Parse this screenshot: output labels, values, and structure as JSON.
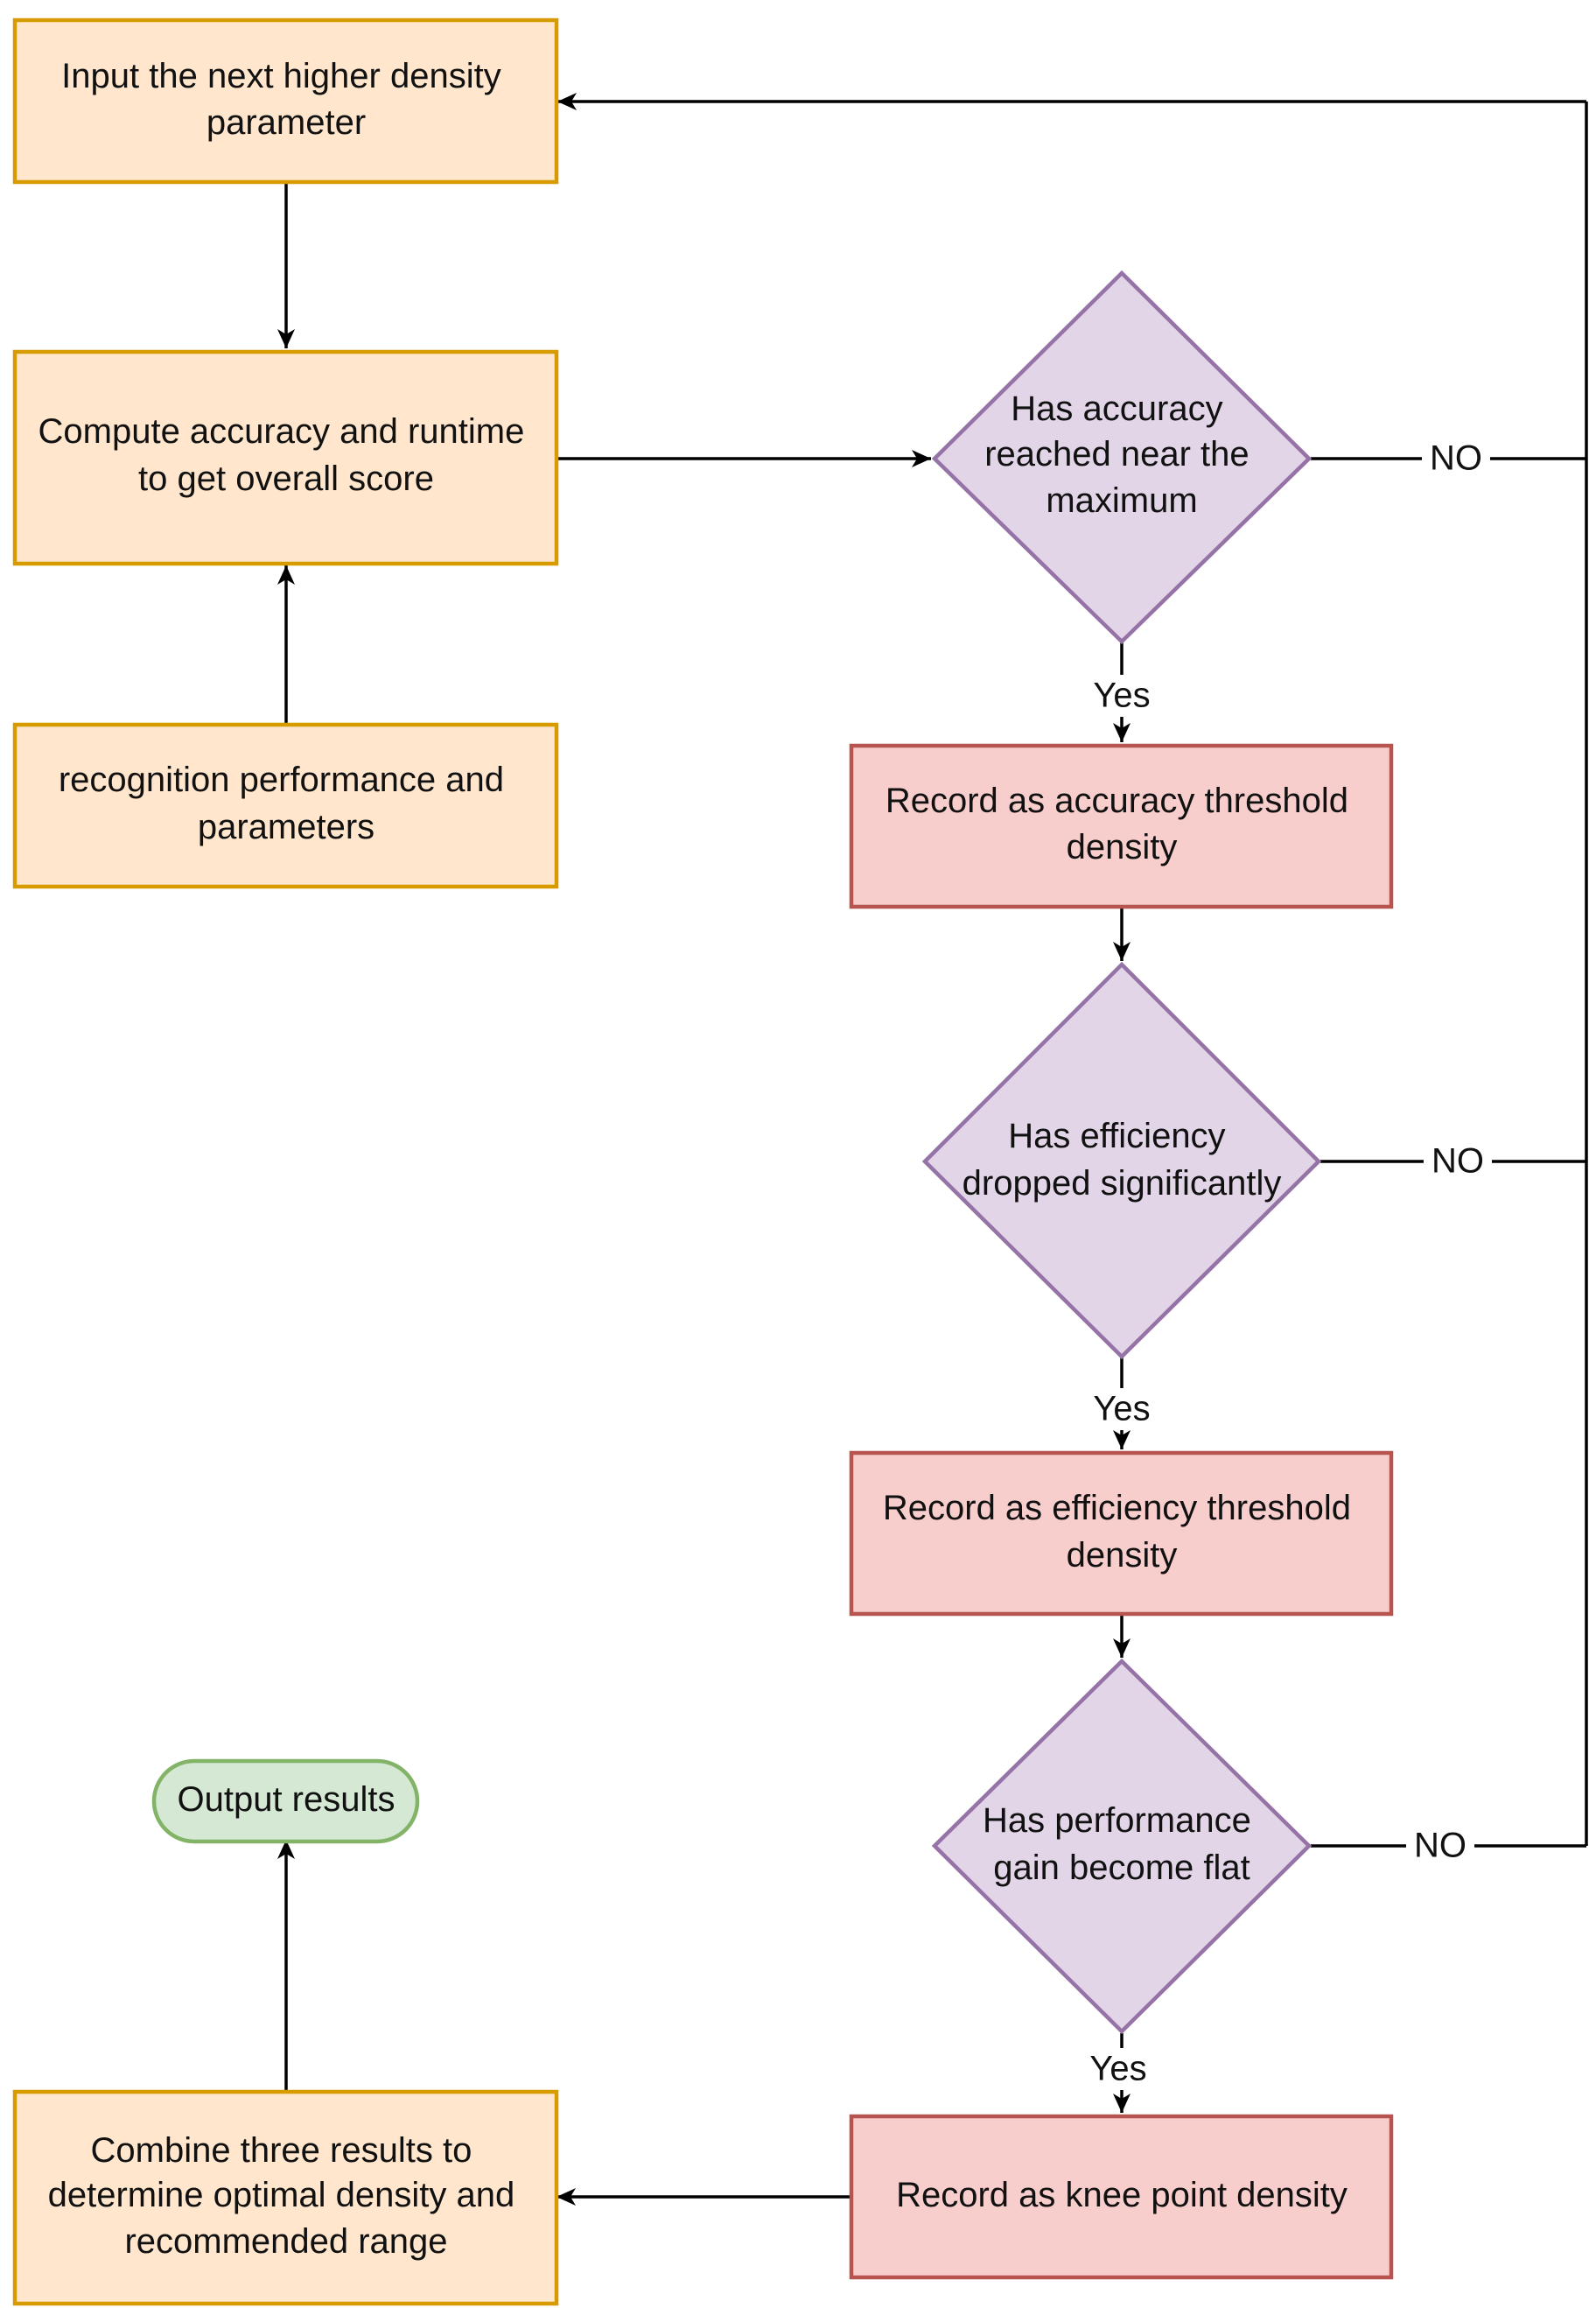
{
  "colors": {
    "process_fill": "#ffe6cc",
    "process_stroke": "#d79b00",
    "decision_fill": "#e1d5e7",
    "decision_stroke": "#9673a6",
    "record_fill": "#f8cecc",
    "record_stroke": "#b85450",
    "terminal_fill": "#d5e8d4",
    "terminal_stroke": "#82b366",
    "edge": "#000000"
  },
  "nodes": {
    "input_next": {
      "lines": [
        "Input the next higher density",
        "parameter"
      ]
    },
    "compute": {
      "lines": [
        "Compute accuracy and runtime",
        "to get overall score"
      ]
    },
    "recognition": {
      "lines": [
        "recognition performance and",
        "parameters"
      ]
    },
    "decision_accuracy": {
      "lines": [
        "Has accuracy",
        "reached near the",
        "maximum"
      ]
    },
    "record_accuracy": {
      "lines": [
        "Record as accuracy threshold",
        "density"
      ]
    },
    "decision_efficiency": {
      "lines": [
        "Has efficiency",
        "dropped significantly"
      ]
    },
    "record_efficiency": {
      "lines": [
        "Record as efficiency threshold",
        "density"
      ]
    },
    "decision_gain": {
      "lines": [
        "Has performance",
        "gain become flat"
      ]
    },
    "record_knee": {
      "lines": [
        "Record as knee point density"
      ]
    },
    "combine": {
      "lines": [
        "Combine three results to",
        "determine optimal density and",
        "recommended range"
      ]
    },
    "output": {
      "lines": [
        "Output results"
      ]
    }
  },
  "edge_labels": {
    "yes": "Yes",
    "no": "NO"
  }
}
